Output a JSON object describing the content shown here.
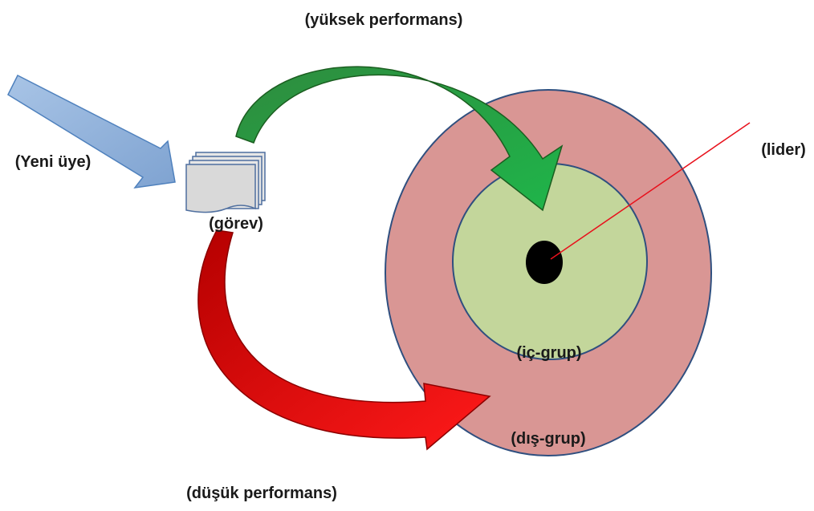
{
  "labels": {
    "high_performance": "(yüksek performans)",
    "new_member": "(Yeni üye)",
    "task": "(görev)",
    "leader": "(lider)",
    "in_group": "(iç-grup)",
    "out_group": "(dış-grup)",
    "low_performance": "(düşük performans)"
  },
  "colors": {
    "out_group_fill": "#d99694",
    "in_group_fill": "#c3d69b",
    "ring_stroke": "#2f4f7f",
    "leader_dot": "#000000",
    "new_member_arrow": "#95b3d7",
    "high_perf_arrow": "#1e9e3e",
    "low_perf_arrow": "#e8111c",
    "leader_line": "#e8111c",
    "task_card": "#d9d9d9"
  }
}
